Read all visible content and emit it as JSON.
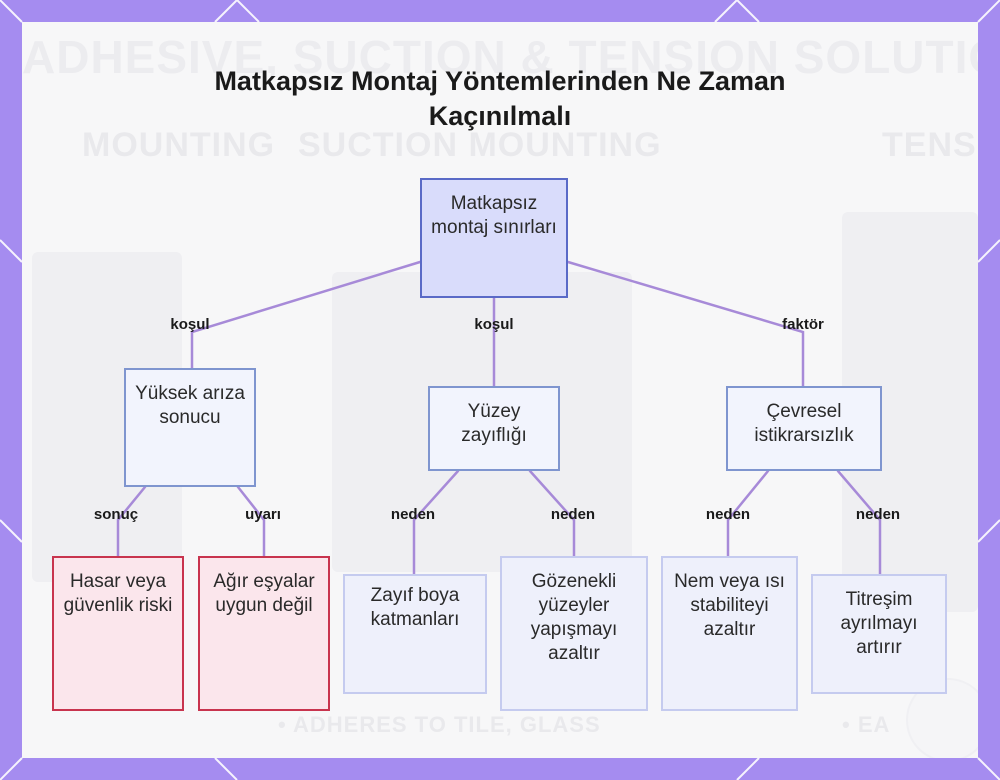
{
  "title": "Matkapsız Montaj Yöntemlerinden Ne Zaman Kaçınılmalı",
  "background_text": {
    "banner": "ADHESIVE, SUCTION & TENSION SOLUTIONS",
    "col_left": "MOUNTING",
    "col_mid": "SUCTION MOUNTING",
    "col_right": "TENSION",
    "footer_left": "• ADHERES TO TILE, GLASS",
    "footer_right": "• EA"
  },
  "nodes": {
    "root": "Matkapsız montaj sınırları",
    "high_risk": "Yüksek arıza sonucu",
    "surface": "Yüzey zayıflığı",
    "environment": "Çevresel istikrarsızlık",
    "damage": "Hasar veya güvenlik riski",
    "heavy": "Ağır eşyalar uygun değil",
    "paint": "Zayıf boya katmanları",
    "porous": "Gözenekli yüzeyler yapışmayı azaltır",
    "humidity": "Nem veya ısı stabiliteyi azaltır",
    "vibration": "Titreşim ayrılmayı artırır"
  },
  "edge_labels": {
    "root_high": "koşul",
    "root_surface": "koşul",
    "root_env": "faktör",
    "high_damage": "sonuç",
    "high_heavy": "uyarı",
    "surface_paint": "neden",
    "surface_porous": "neden",
    "env_humidity": "neden",
    "env_vibration": "neden"
  },
  "colors": {
    "frame": "#a58cf0",
    "edge": "#a78ad8",
    "root_fill": "#d9dcfb",
    "red_border": "#c8344e"
  }
}
